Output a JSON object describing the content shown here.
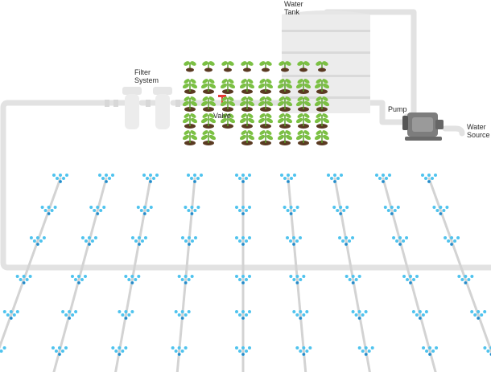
{
  "labels": {
    "water_tank": "Water\nTank",
    "filter_system": "Filter\nSystem",
    "pump": "Pump",
    "water_source": "Water\nSource",
    "valve": "Valve"
  },
  "colors": {
    "pipe": "#ececec",
    "pipe_edge": "#dedede",
    "tank": "#ececec",
    "tank_band": "#dadada",
    "drip_line": "#d3d3d3",
    "emitter": "#4fc3ee",
    "emitter_center": "#2b86c5",
    "stem": "#5a9e2a",
    "leaf": "#7bc043",
    "soil": "#5a3a22",
    "pump_body": "#7d7d7d",
    "pump_dark": "#555555",
    "valve_red": "#e53935"
  },
  "icons": {
    "tank": "water-tank-icon",
    "filter": "filter-icon",
    "pump": "pump-icon",
    "plant": "seedling-icon",
    "emitter": "drip-emitter-icon"
  }
}
